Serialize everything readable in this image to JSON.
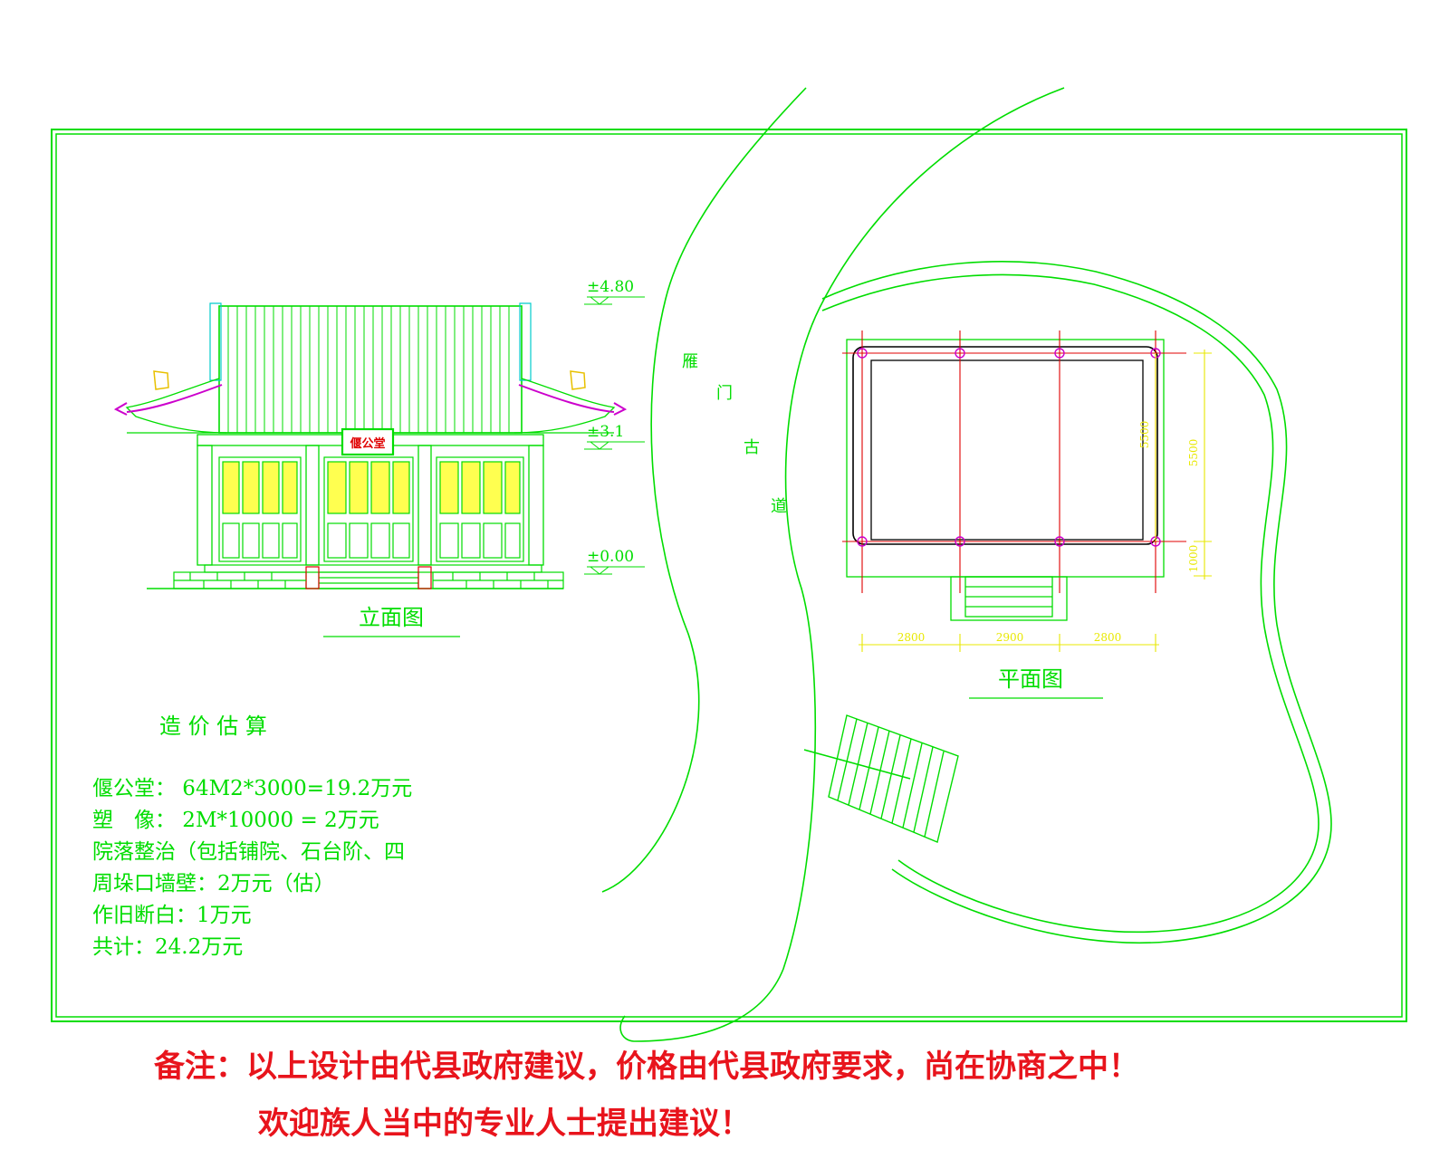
{
  "elevation": {
    "title": "立面图",
    "plaque": "偃公堂",
    "levels": [
      "±4.80",
      "±3.1",
      "±0.00"
    ]
  },
  "road": {
    "label_chars": [
      "雁",
      "门",
      "古",
      "道"
    ]
  },
  "plan": {
    "title": "平面图",
    "dims_bottom": [
      "2800",
      "2900",
      "2800"
    ],
    "dim_right_main": "5500",
    "dim_right_small": "1000",
    "dim_inner": "5500"
  },
  "estimate": {
    "heading": "造 价 估 算",
    "lines": [
      "偃公堂： 64M2*3000=19.2万元",
      "塑　像： 2M*10000 = 2万元",
      "院落整治（包括铺院、石台阶、四",
      "周垛口墙壁：2万元（估）",
      "作旧断白：1万元",
      "共计：24.2万元"
    ]
  },
  "notes": {
    "line1": "备注：以上设计由代县政府建议，价格由代县政府要求，尚在协商之中！",
    "line2": "欢迎族人当中的专业人士提出建议！"
  },
  "colors": {
    "line_green": "#00dd00",
    "note_red": "#e8141c",
    "column_magenta": "#cc00cc",
    "grid_red": "#e00000",
    "window_yellow": "#ffff50",
    "dim_yellow": "#e8e800",
    "ornament_cyan": "#00cccc"
  }
}
